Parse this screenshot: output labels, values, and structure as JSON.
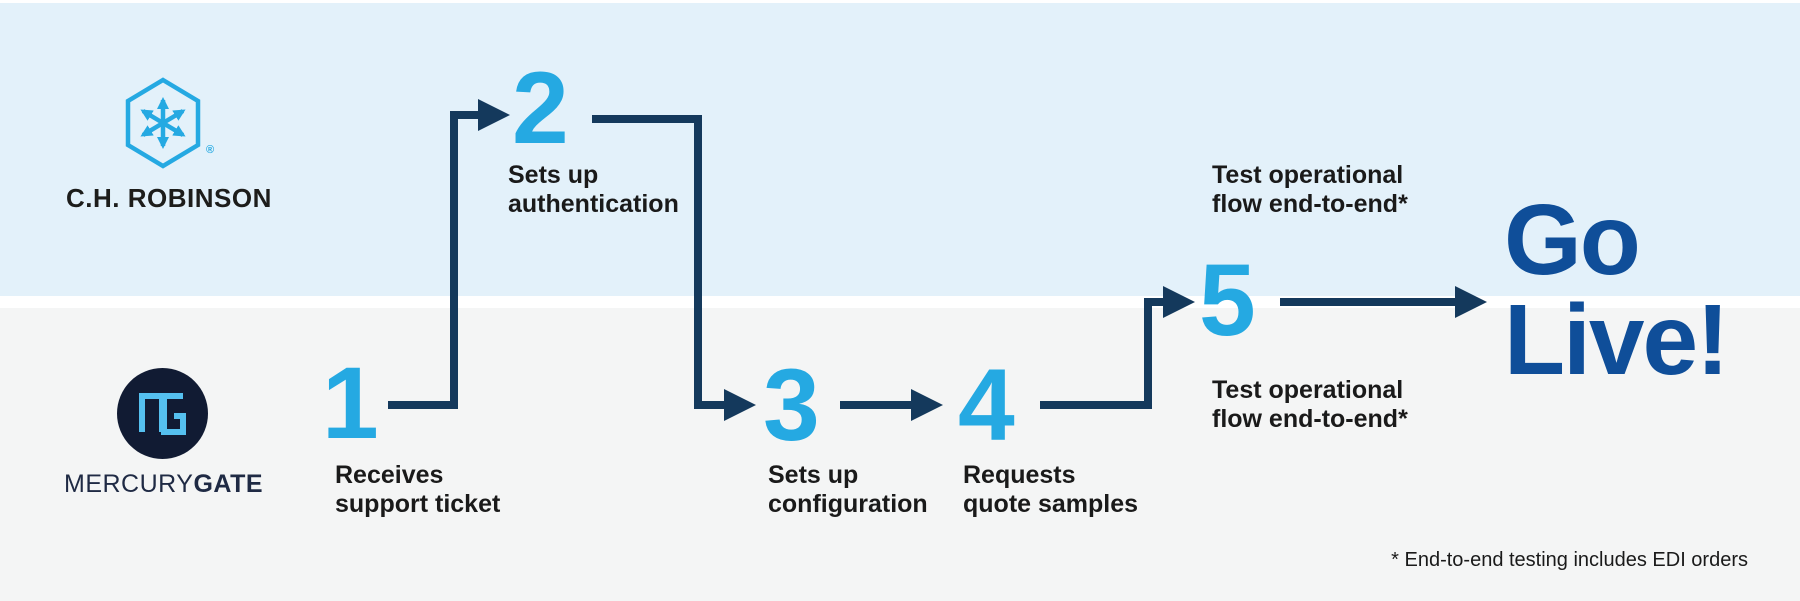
{
  "colors": {
    "band_top_blue": "#E3F1FA",
    "band_bottom_gray": "#F4F5F5",
    "accent_blue": "#25A9E2",
    "arrow_navy": "#14395C",
    "go_live_blue": "#0F4E99",
    "mg_circle_navy": "#111B33",
    "mg_monogram_blue": "#55C0EF",
    "text_black": "#1A1A1A"
  },
  "lanes": {
    "top": {
      "wordmark": "C.H. ROBINSON",
      "registered_mark": "®",
      "logo_icon": "hexagon-arrows-icon"
    },
    "bottom": {
      "wordmark_regular": "MERCURY",
      "wordmark_bold": "GATE",
      "logo_icon": "mg-monogram-circle-icon"
    }
  },
  "steps": [
    {
      "number": "1",
      "label": "Receives\nsupport ticket"
    },
    {
      "number": "2",
      "label": "Sets up\nauthentication"
    },
    {
      "number": "3",
      "label": "Sets up\nconfiguration"
    },
    {
      "number": "4",
      "label": "Requests\nquote samples"
    },
    {
      "number": "5",
      "label_top": "Test operational\nflow end-to-end*",
      "label_bottom": "Test operational\nflow end-to-end*"
    }
  ],
  "outcome": {
    "label": "Go\nLive!"
  },
  "footnote": "* End-to-end testing includes EDI orders"
}
